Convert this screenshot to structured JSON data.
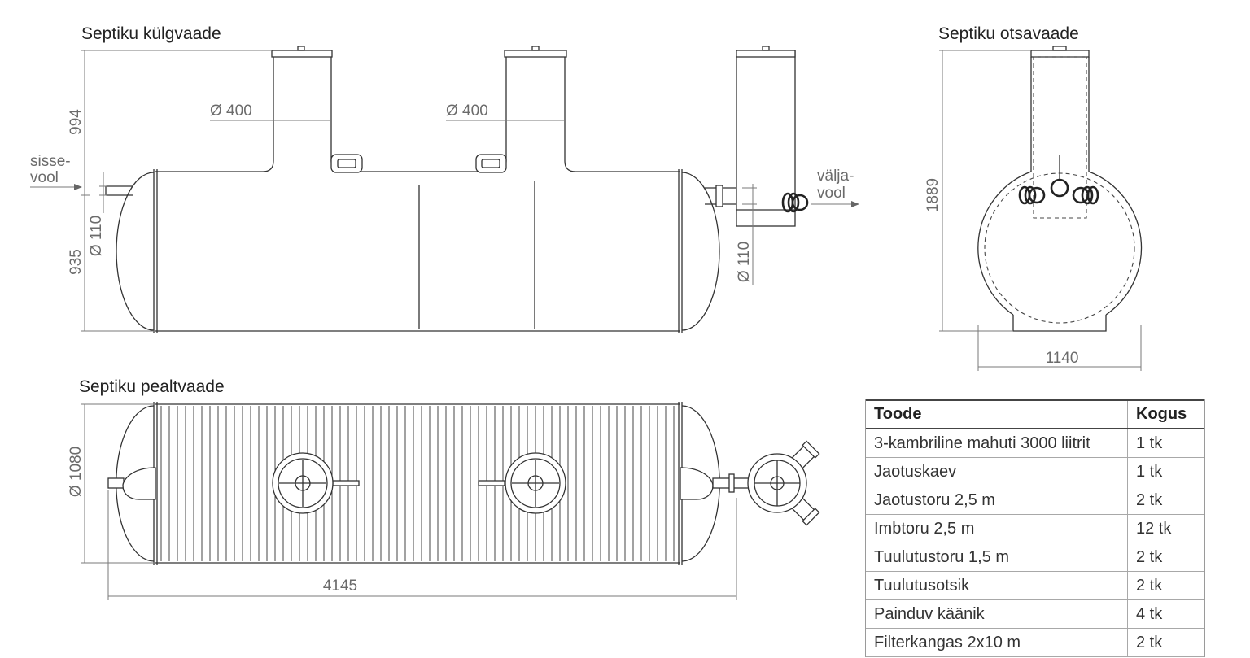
{
  "titles": {
    "side": "Septiku külgvaade",
    "end": "Septiku otsavaade",
    "top": "Septiku pealtvaade"
  },
  "side_view": {
    "height_upper": "994",
    "height_lower": "935",
    "inlet_diameter": "Ø 110",
    "riser_1_diameter": "Ø 400",
    "riser_2_diameter": "Ø 400",
    "outlet_diameter": "Ø 110",
    "inlet_label": {
      "line1": "sisse-",
      "line2": "vool"
    },
    "outlet_label": {
      "line1": "välja-",
      "line2": "vool"
    }
  },
  "end_view": {
    "height": "1889",
    "width": "1140"
  },
  "top_view": {
    "diameter": "Ø 1080",
    "length": "4145"
  },
  "table": {
    "headers": {
      "item": "Toode",
      "qty": "Kogus"
    },
    "rows": [
      {
        "item": "3-kambriline mahuti 3000 liitrit",
        "qty": "1 tk"
      },
      {
        "item": "Jaotuskaev",
        "qty": "1 tk"
      },
      {
        "item": "Jaotustoru 2,5 m",
        "qty": "2 tk"
      },
      {
        "item": "Imbtoru 2,5 m",
        "qty": "12 tk"
      },
      {
        "item": "Tuulutustoru 1,5 m",
        "qty": "2 tk"
      },
      {
        "item": "Tuulutusotsik",
        "qty": "2 tk"
      },
      {
        "item": "Painduv käänik",
        "qty": "4 tk"
      },
      {
        "item": "Filterkangas 2x10 m",
        "qty": "2 tk"
      }
    ]
  },
  "colors": {
    "line": "#333333",
    "dimension": "#6b6b6b"
  }
}
